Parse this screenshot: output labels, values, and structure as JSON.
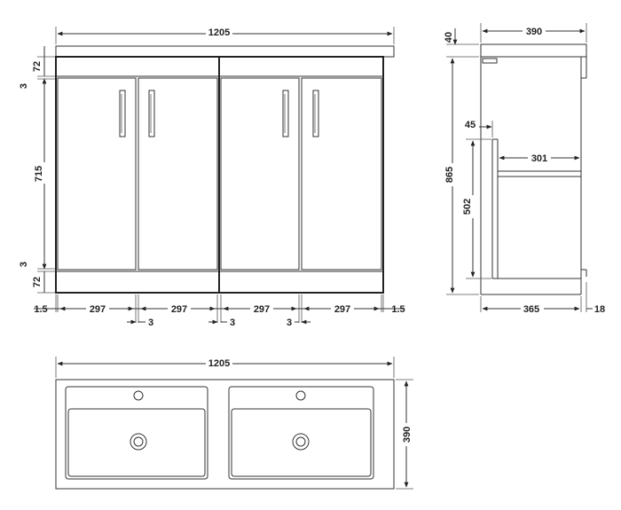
{
  "front_view": {
    "overall_width": "1205",
    "worktop_height": "72",
    "top_gap": "3",
    "door_height": "715",
    "bottom_gap": "3",
    "plinth_height": "72",
    "edge_left": "1.5",
    "door_widths": [
      "297",
      "297",
      "297",
      "297"
    ],
    "edge_right": "1.5",
    "door_gaps": [
      "3",
      "3",
      "3"
    ]
  },
  "side_view": {
    "depth": "390",
    "worktop_thickness": "40",
    "overall_height": "865",
    "shelf_offset": "45",
    "shelf_depth": "301",
    "shelf_height": "502",
    "carcass_depth": "365",
    "front_offset": "18"
  },
  "plan_view": {
    "width": "1205",
    "depth": "390"
  }
}
